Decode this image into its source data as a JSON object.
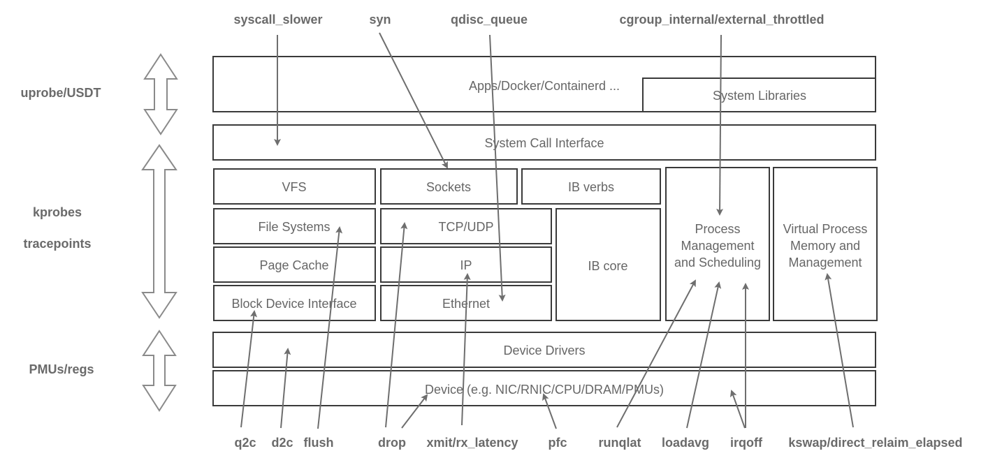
{
  "diagram": {
    "title": "",
    "colors": {
      "box_stroke": "#3a3a3a",
      "text": "#666666",
      "pointer": "#6e6e6e",
      "side_arrow": "#8a8a8a"
    },
    "layers": {
      "apps": "Apps/Docker/Containerd ...",
      "system_libraries": "System Libraries",
      "system_call_interface": "System Call Interface",
      "vfs": "VFS",
      "sockets": "Sockets",
      "ib_verbs": "IB verbs",
      "file_systems": "File Systems",
      "tcp_udp": "TCP/UDP",
      "ib_core": "IB core",
      "page_cache": "Page Cache",
      "ip": "IP",
      "block_device_interface": "Block Device Interface",
      "ethernet": "Ethernet",
      "process_mgmt": [
        "Process",
        "Management",
        "and Scheduling"
      ],
      "virtual_memory": [
        "Virtual Process",
        "Memory and",
        "Management"
      ],
      "device_drivers": "Device Drivers",
      "device": "Device (e.g. NIC/RNIC/CPU/DRAM/PMUs)"
    },
    "side_labels": {
      "uprobe": "uprobe/USDT",
      "kprobes": "kprobes",
      "tracepoints": "tracepoints",
      "pmus": "PMUs/regs"
    },
    "top_probes": {
      "syscall_slower": "syscall_slower",
      "syn": "syn",
      "qdisc_queue": "qdisc_queue",
      "cgroup_throttled": "cgroup_internal/external_throttled"
    },
    "bottom_probes": {
      "q2c": "q2c",
      "d2c": "d2c",
      "flush": "flush",
      "drop": "drop",
      "xmit_rx_latency": "xmit/rx_latency",
      "pfc": "pfc",
      "runqlat": "runqlat",
      "loadavg": "loadavg",
      "irqoff": "irqoff",
      "kswap": "kswap/direct_relaim_elapsed"
    }
  }
}
